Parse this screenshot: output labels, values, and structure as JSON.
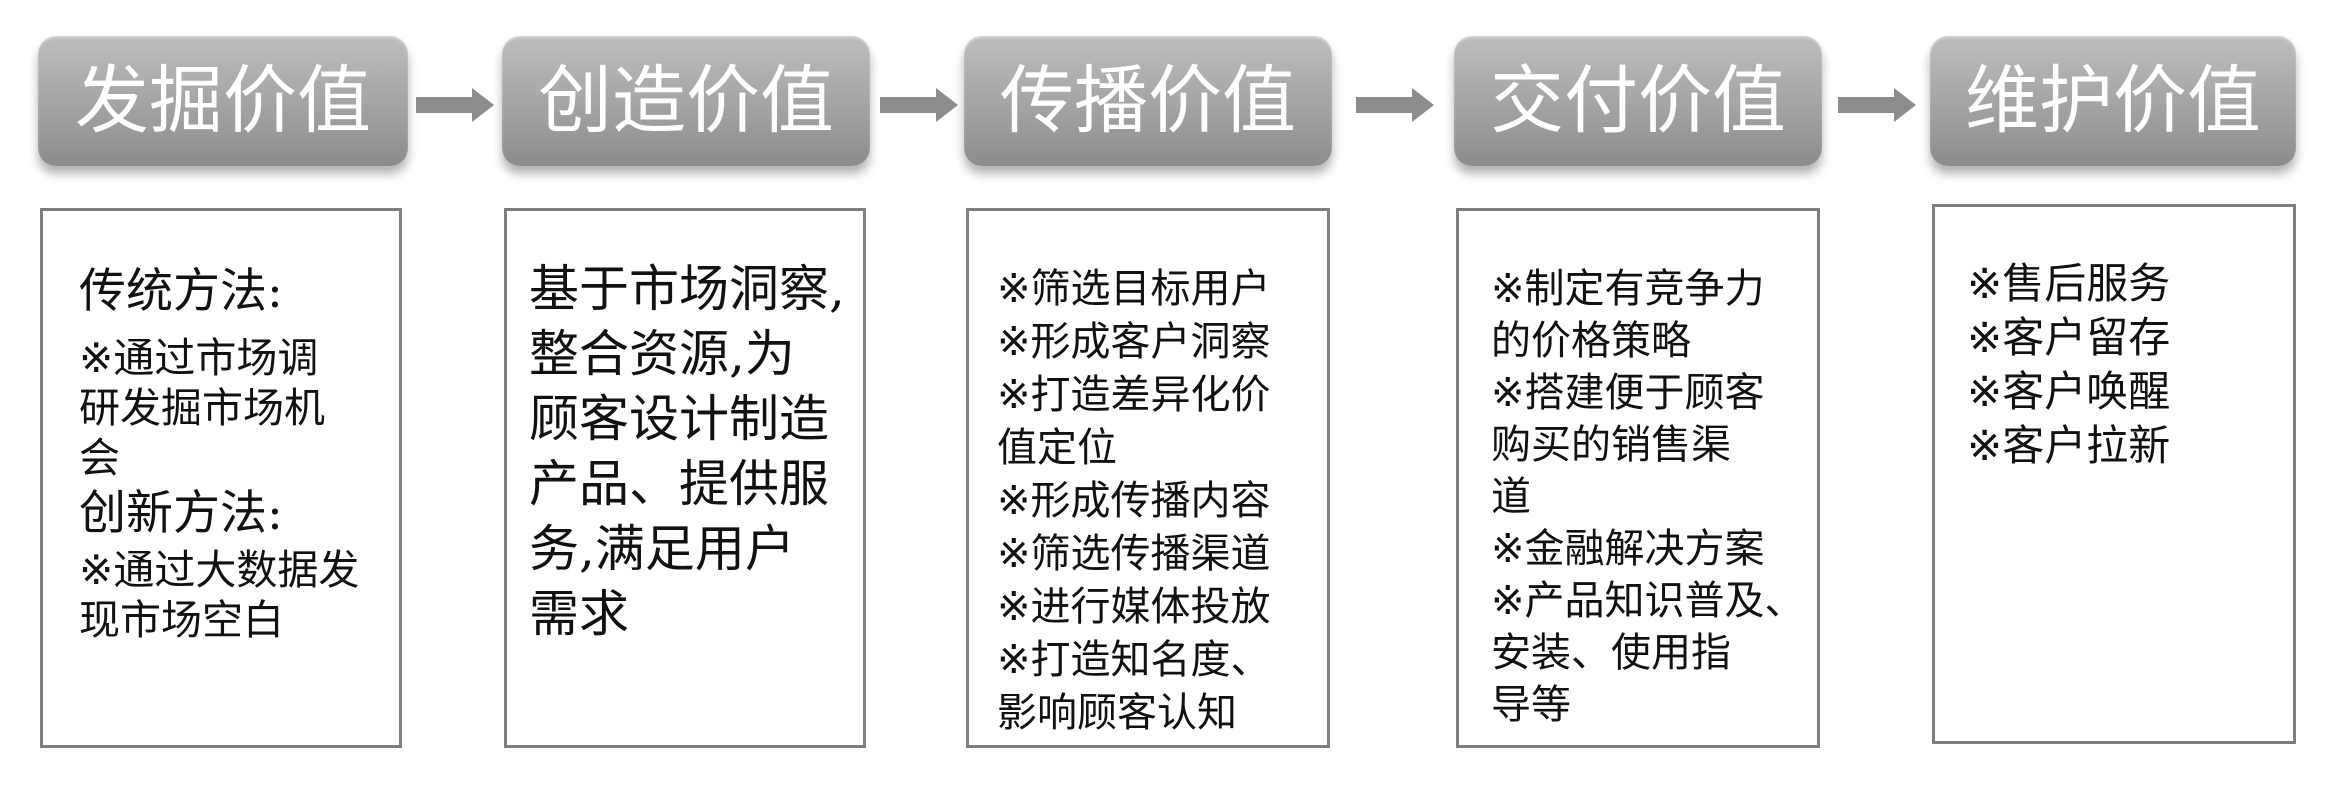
{
  "stages": [
    {
      "title": "发掘价值"
    },
    {
      "title": "创造价值"
    },
    {
      "title": "传播价值"
    },
    {
      "title": "交付价值"
    },
    {
      "title": "维护价值"
    }
  ],
  "box1": {
    "traditional_heading": "传统方法:",
    "traditional_lines": [
      "※通过市场调",
      "研发掘市场机",
      "会"
    ],
    "innovative_heading": "创新方法:",
    "innovative_lines": [
      "※通过大数据发",
      "现市场空白"
    ]
  },
  "box2": {
    "lines": [
      "基于市场洞察,",
      "整合资源,为",
      "顾客设计制造",
      "产品、提供服",
      "务,满足用户",
      "需求"
    ]
  },
  "box3": {
    "lines": [
      "※筛选目标用户",
      "※形成客户洞察",
      "※打造差异化价",
      "值定位",
      "※形成传播内容",
      "※筛选传播渠道",
      "※进行媒体投放",
      "※打造知名度、",
      "影响顾客认知"
    ]
  },
  "box4": {
    "lines": [
      "※制定有竞争力",
      "的价格策略",
      "※搭建便于顾客",
      "购买的销售渠",
      "道",
      "※金融解决方案",
      "※产品知识普及、",
      "安装、使用指",
      "导等"
    ]
  },
  "box5": {
    "lines": [
      "※售后服务",
      "※客户留存",
      "※客户唤醒",
      "※客户拉新"
    ]
  },
  "colors": {
    "header_fill": "#a6a6a6",
    "arrow": "#8c8c8c",
    "box_border": "#7f7f7f",
    "text": "#111111",
    "header_text": "#ffffff"
  }
}
